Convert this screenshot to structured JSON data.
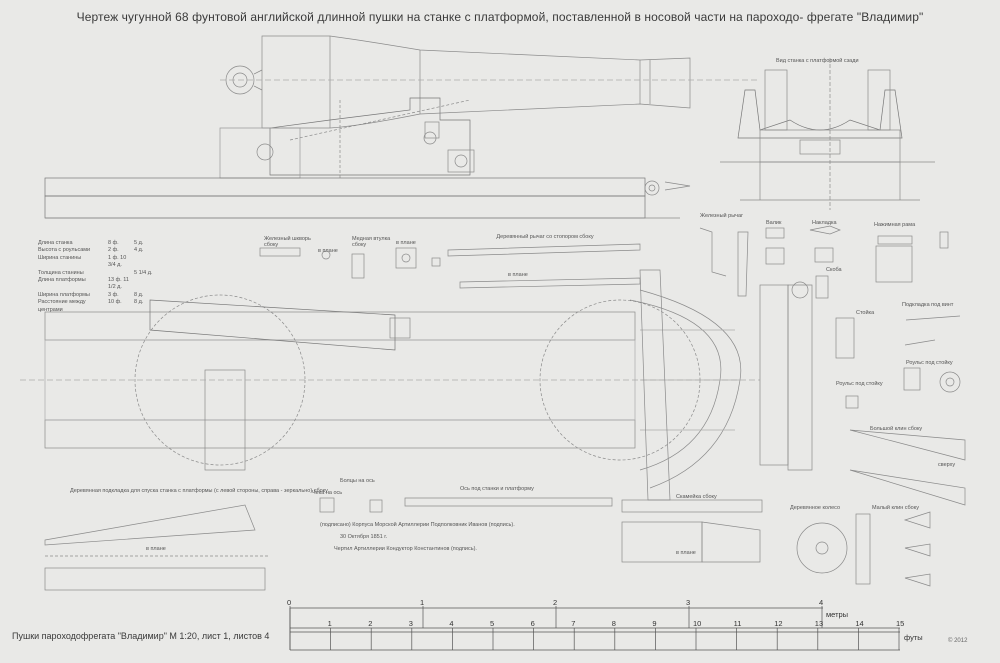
{
  "title": "Чертеж чугунной 68 фунтовой английской длинной пушки на станке с платформой, поставленной в носовой части на пароходо- фрегате \"Владимир\"",
  "labels": {
    "front_view": "Вид станка с платформой сзади",
    "iron_lever": "Железный рычаг",
    "roller": "Валик",
    "overlay": "Накладка",
    "clamp_frame": "Нажимная рама",
    "bracket": "Скоба",
    "screw_pad": "Подкладка под винт",
    "post": "Стойка",
    "post_roller": "Роульс под стойку",
    "post_roller2": "Роульс под стойку",
    "big_wedge": "Большой клин сбоку",
    "top": "сверху",
    "wooden_wheel": "Деревянное колесо",
    "small_wedge": "Малый клин сбоку",
    "iron_pin": "Железный шкворь сбоку",
    "in_plan": "в плане",
    "copper_sleeve": "Медная втулка сбоку",
    "in_plan2": "в плане",
    "wooden_lever": "Деревянный рычаг со стопором сбоку",
    "in_plan3": "в плане",
    "ramp": "Деревянная подкладка для спуска станка с платформы (с левой стороны, справа - зеркально) сбоку",
    "in_plan4": "в плане",
    "bolt_axis": "Болцы на ось",
    "axis_cheek": "Чека на ось",
    "axis_beds": "Ось под станки и платформу",
    "skid": "Скамейка сбоку",
    "in_plan5": "в плане",
    "sign1": "(подписано) Корпуса Морской Артиллерии Подполковник Иванов (подпись).",
    "sign2": "30 Октября 1851 г.",
    "sign3": "Чертил Артиллерии Кондуктор Константинов (подпись)."
  },
  "dimensions": [
    {
      "name": "Длина станка",
      "ft": "8 ф.",
      "in": "5 д."
    },
    {
      "name": "Высота с роульсами",
      "ft": "2 ф.",
      "in": "4 д."
    },
    {
      "name": "Ширина станины",
      "ft": "1 ф. 10 3/4 д.",
      "in": ""
    },
    {
      "name": "Толщина станины",
      "ft": "",
      "in": "5 1/4 д."
    },
    {
      "name": "Длина платформы",
      "ft": "13 ф. 11 1/2 д.",
      "in": ""
    },
    {
      "name": "Ширина платформы",
      "ft": "3 ф.",
      "in": "8 д."
    },
    {
      "name": "Расстояние между центрами",
      "ft": "10 ф.",
      "in": "8 д."
    }
  ],
  "scale": {
    "meters_label": "метры",
    "meters": [
      "0",
      "1",
      "2",
      "3",
      "4"
    ],
    "feet_label": "футы",
    "feet": [
      "1",
      "2",
      "3",
      "4",
      "5",
      "6",
      "7",
      "8",
      "9",
      "10",
      "11",
      "12",
      "13",
      "14",
      "15"
    ]
  },
  "footer": "Пушки пароходофрегата \"Владимир\" М 1:20, лист 1, листов 4",
  "signature": "© 2012"
}
